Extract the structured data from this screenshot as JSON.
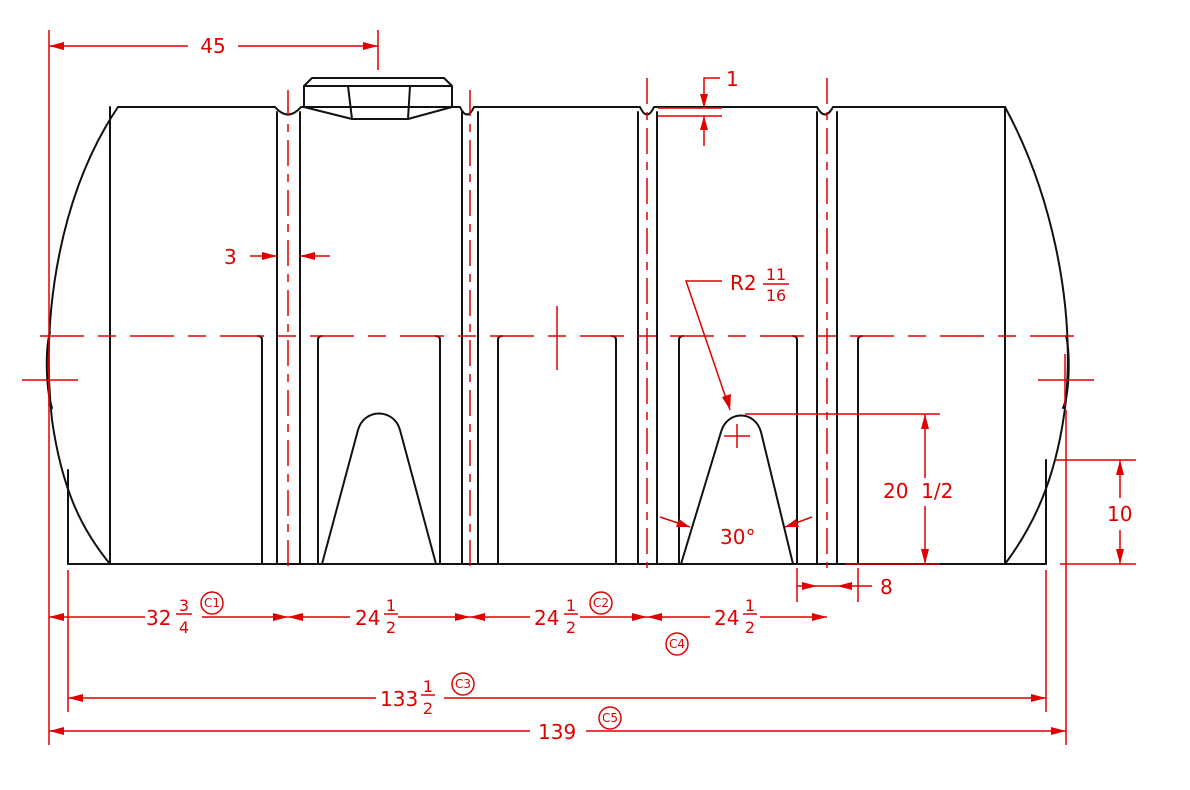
{
  "dimensions": {
    "d45": "45",
    "d1": "1",
    "d3": "3",
    "radius_prefix": "R2",
    "radius_num": "11",
    "radius_den": "16",
    "d20_half": "20  1/2",
    "d10": "10",
    "angle30": "30°",
    "d8": "8",
    "d32_whole": "32",
    "d32_num": "3",
    "d32_den": "4",
    "d24_whole": "24",
    "d24_num": "1",
    "d24_den": "2",
    "d133_whole": "133",
    "d133_num": "1",
    "d133_den": "2",
    "d139": "139"
  },
  "callouts": {
    "c1": "C1",
    "c2": "C2",
    "c3": "C3",
    "c4": "C4",
    "c5": "C5"
  },
  "colors": {
    "outline": "#111111",
    "dimension": "#e00000"
  }
}
